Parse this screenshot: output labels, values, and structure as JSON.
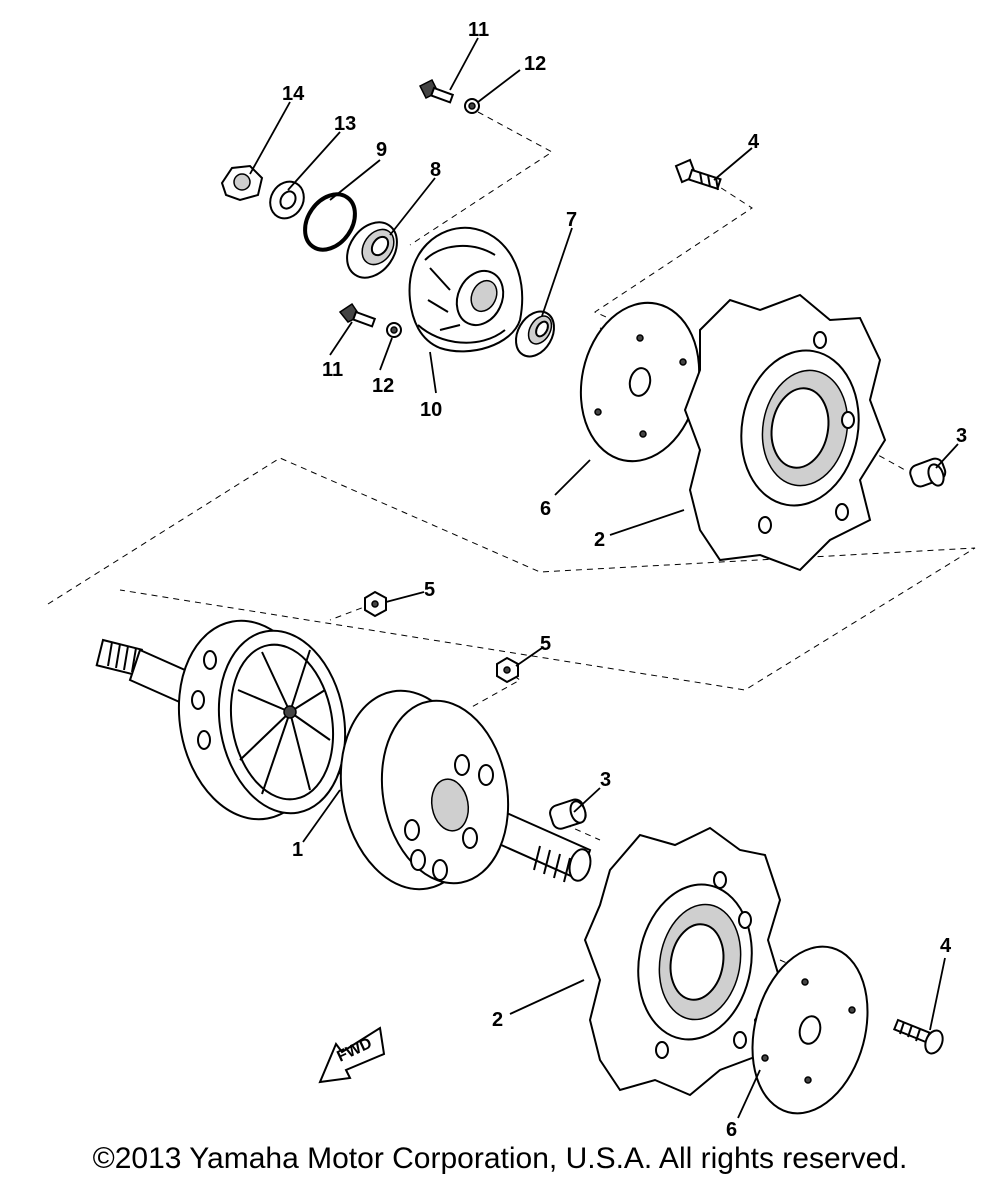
{
  "callouts": {
    "c1": "1",
    "c2_upper": "2",
    "c2_lower": "2",
    "c3_upper": "3",
    "c3_lower": "3",
    "c4_upper": "4",
    "c4_lower": "4",
    "c5_upper": "5",
    "c5_lower": "5",
    "c6_upper": "6",
    "c6_lower": "6",
    "c7": "7",
    "c8": "8",
    "c9": "9",
    "c10": "10",
    "c11_upper": "11",
    "c11_lower": "11",
    "c12_upper": "12",
    "c12_lower": "12",
    "c13": "13",
    "c14": "14"
  },
  "fwd_label": "FWD",
  "copyright": "©2013 Yamaha Motor Corporation, U.S.A. All rights reserved."
}
